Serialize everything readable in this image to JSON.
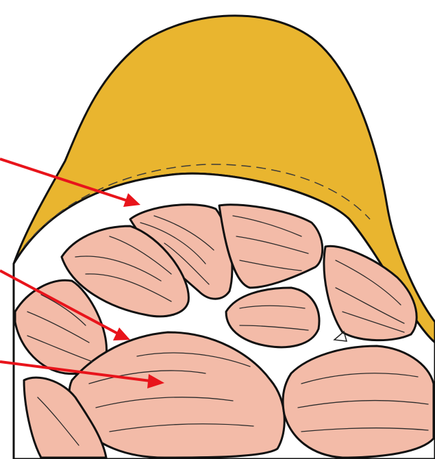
{
  "diagram": {
    "colors": {
      "subcutaneous_fat": "#E9B52F",
      "muscle": "#F3BBA8",
      "fascia": "#FFFFFF",
      "outline": "#111111",
      "pointer_arrows": "#E8141B"
    },
    "pointers": [
      {
        "name": "arrow-to-fascial-layer"
      },
      {
        "name": "arrow-to-intermuscular-septum"
      },
      {
        "name": "arrow-to-muscle-fascicle"
      }
    ]
  }
}
